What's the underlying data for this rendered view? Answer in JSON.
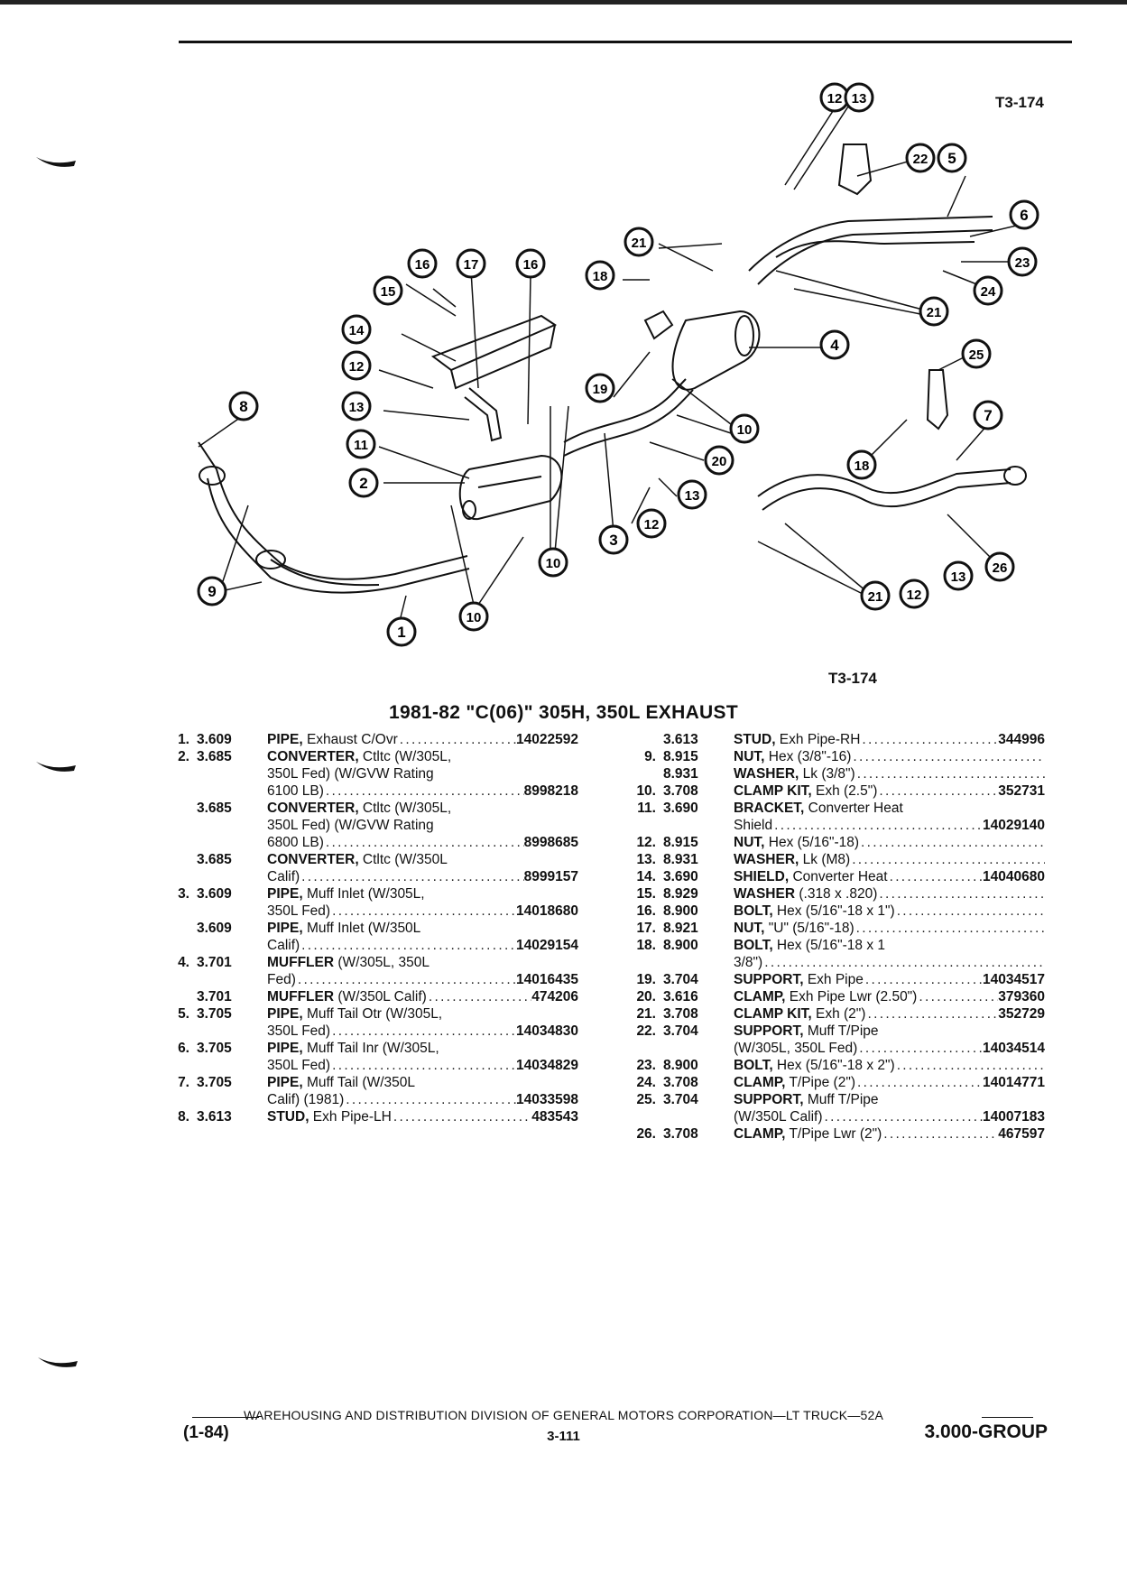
{
  "figure": {
    "ref_top": "T3-174",
    "ref_bottom": "T3-174",
    "callouts": [
      "12",
      "13",
      "22",
      "5",
      "6",
      "23",
      "24",
      "21",
      "21",
      "18",
      "4",
      "16",
      "17",
      "16",
      "15",
      "14",
      "12",
      "13",
      "11",
      "2",
      "8",
      "9",
      "1",
      "10",
      "10",
      "3",
      "19",
      "10",
      "20",
      "13",
      "12",
      "25",
      "7",
      "18",
      "26",
      "13",
      "12",
      "21"
    ]
  },
  "title": "1981-82 \"C(06)\" 305H, 350L EXHAUST",
  "left_column": [
    {
      "num": "1.",
      "group": "3.609",
      "lines": [
        {
          "bold": "PIPE,",
          "text": " Exhaust C/Ovr",
          "part": "14022592"
        }
      ]
    },
    {
      "num": "2.",
      "group": "3.685",
      "lines": [
        {
          "bold": "CONVERTER,",
          "text": " Ctltc (W/305L,"
        },
        {
          "text": "350L Fed) (W/GVW Rating"
        },
        {
          "text": "6100 LB)",
          "part": "8998218"
        }
      ]
    },
    {
      "num": "",
      "group": "3.685",
      "lines": [
        {
          "bold": "CONVERTER,",
          "text": " Ctltc (W/305L,"
        },
        {
          "text": "350L Fed) (W/GVW Rating"
        },
        {
          "text": "6800 LB)",
          "part": "8998685"
        }
      ]
    },
    {
      "num": "",
      "group": "3.685",
      "lines": [
        {
          "bold": "CONVERTER,",
          "text": " Ctltc (W/350L"
        },
        {
          "text": "Calif)",
          "part": "8999157"
        }
      ]
    },
    {
      "num": "3.",
      "group": "3.609",
      "lines": [
        {
          "bold": "PIPE,",
          "text": " Muff Inlet (W/305L,"
        },
        {
          "text": "350L Fed)",
          "part": "14018680"
        }
      ]
    },
    {
      "num": "",
      "group": "3.609",
      "lines": [
        {
          "bold": "PIPE,",
          "text": " Muff Inlet (W/350L"
        },
        {
          "text": "Calif)",
          "part": "14029154"
        }
      ]
    },
    {
      "num": "4.",
      "group": "3.701",
      "lines": [
        {
          "bold": "MUFFLER",
          "text": " (W/305L, 350L"
        },
        {
          "text": "Fed)",
          "part": "14016435"
        }
      ]
    },
    {
      "num": "",
      "group": "3.701",
      "lines": [
        {
          "bold": "MUFFLER",
          "text": " (W/350L Calif)",
          "part": "474206"
        }
      ]
    },
    {
      "num": "5.",
      "group": "3.705",
      "lines": [
        {
          "bold": "PIPE,",
          "text": " Muff Tail Otr (W/305L,"
        },
        {
          "text": "350L Fed)",
          "part": "14034830"
        }
      ]
    },
    {
      "num": "6.",
      "group": "3.705",
      "lines": [
        {
          "bold": "PIPE,",
          "text": " Muff Tail Inr (W/305L,"
        },
        {
          "text": "350L Fed)",
          "part": "14034829"
        }
      ]
    },
    {
      "num": "7.",
      "group": "3.705",
      "lines": [
        {
          "bold": "PIPE,",
          "text": " Muff Tail (W/350L"
        },
        {
          "text": "Calif) (1981)",
          "part": "14033598"
        }
      ]
    },
    {
      "num": "8.",
      "group": "3.613",
      "lines": [
        {
          "bold": "STUD,",
          "text": " Exh Pipe-LH",
          "part": "483543"
        }
      ]
    }
  ],
  "right_column": [
    {
      "num": "",
      "group": "3.613",
      "lines": [
        {
          "bold": "STUD,",
          "text": " Exh Pipe-RH",
          "part": "344996"
        }
      ]
    },
    {
      "num": "9.",
      "group": "8.915",
      "lines": [
        {
          "bold": "NUT,",
          "text": " Hex (3/8\"-16)",
          "part": ""
        }
      ]
    },
    {
      "num": "",
      "group": "8.931",
      "lines": [
        {
          "bold": "WASHER,",
          "text": " Lk (3/8\")",
          "part": ""
        }
      ]
    },
    {
      "num": "10.",
      "group": "3.708",
      "lines": [
        {
          "bold": "CLAMP KIT,",
          "text": " Exh (2.5\")",
          "part": "352731"
        }
      ]
    },
    {
      "num": "11.",
      "group": "3.690",
      "lines": [
        {
          "bold": "BRACKET,",
          "text": " Converter Heat"
        },
        {
          "text": "Shield",
          "part": "14029140"
        }
      ]
    },
    {
      "num": "12.",
      "group": "8.915",
      "lines": [
        {
          "bold": "NUT,",
          "text": " Hex (5/16\"-18)",
          "part": ""
        }
      ]
    },
    {
      "num": "13.",
      "group": "8.931",
      "lines": [
        {
          "bold": "WASHER,",
          "text": " Lk (M8)",
          "part": ""
        }
      ]
    },
    {
      "num": "14.",
      "group": "3.690",
      "lines": [
        {
          "bold": "SHIELD,",
          "text": " Converter Heat",
          "part": "14040680"
        }
      ]
    },
    {
      "num": "15.",
      "group": "8.929",
      "lines": [
        {
          "bold": "WASHER",
          "text": " (.318 x .820)",
          "part": ""
        }
      ]
    },
    {
      "num": "16.",
      "group": "8.900",
      "lines": [
        {
          "bold": "BOLT,",
          "text": " Hex (5/16\"-18 x 1\")",
          "part": ""
        }
      ]
    },
    {
      "num": "17.",
      "group": "8.921",
      "lines": [
        {
          "bold": "NUT,",
          "text": " \"U\" (5/16\"-18)",
          "part": ""
        }
      ]
    },
    {
      "num": "18.",
      "group": "8.900",
      "lines": [
        {
          "bold": "BOLT,",
          "text": " Hex (5/16\"-18 x 1"
        },
        {
          "text": "3/8\")",
          "part": ""
        }
      ]
    },
    {
      "num": "19.",
      "group": "3.704",
      "lines": [
        {
          "bold": "SUPPORT,",
          "text": " Exh Pipe",
          "part": "14034517"
        }
      ]
    },
    {
      "num": "20.",
      "group": "3.616",
      "lines": [
        {
          "bold": "CLAMP,",
          "text": " Exh Pipe Lwr (2.50\")",
          "part": "379360"
        }
      ]
    },
    {
      "num": "21.",
      "group": "3.708",
      "lines": [
        {
          "bold": "CLAMP KIT,",
          "text": " Exh (2\")",
          "part": "352729"
        }
      ]
    },
    {
      "num": "22.",
      "group": "3.704",
      "lines": [
        {
          "bold": "SUPPORT,",
          "text": " Muff T/Pipe"
        },
        {
          "text": "(W/305L, 350L Fed)",
          "part": "14034514"
        }
      ]
    },
    {
      "num": "23.",
      "group": "8.900",
      "lines": [
        {
          "bold": "BOLT,",
          "text": " Hex (5/16\"-18 x 2\")",
          "part": ""
        }
      ]
    },
    {
      "num": "24.",
      "group": "3.708",
      "lines": [
        {
          "bold": "CLAMP,",
          "text": " T/Pipe (2\")",
          "part": "14014771"
        }
      ]
    },
    {
      "num": "25.",
      "group": "3.704",
      "lines": [
        {
          "bold": "SUPPORT,",
          "text": " Muff T/Pipe"
        },
        {
          "text": "(W/350L Calif)",
          "part": "14007183"
        }
      ]
    },
    {
      "num": "26.",
      "group": "3.708",
      "lines": [
        {
          "bold": "CLAMP,",
          "text": " T/Pipe Lwr (2\")",
          "part": "467597"
        }
      ]
    }
  ],
  "footer": {
    "line": "WAREHOUSING AND DISTRIBUTION DIVISION OF GENERAL MOTORS CORPORATION—LT TRUCK—52A",
    "date": "(1-84)",
    "page": "3-111",
    "group": "3.000-GROUP"
  }
}
